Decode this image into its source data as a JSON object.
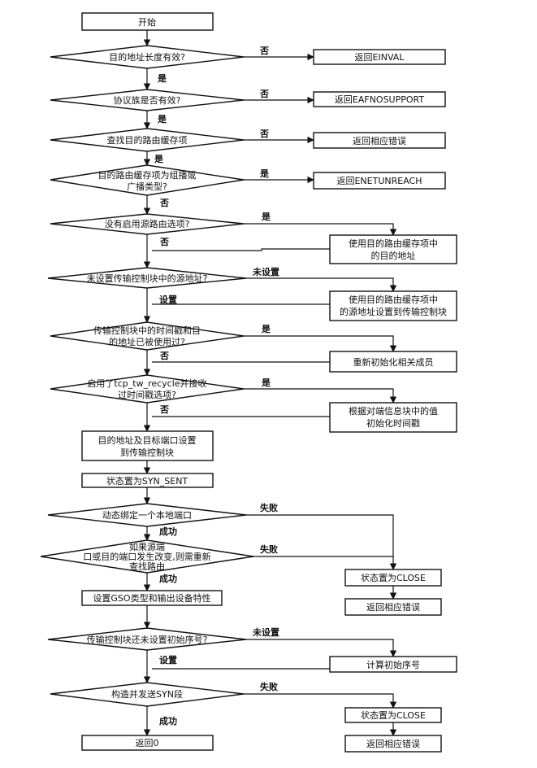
{
  "flow": {
    "start": "开始",
    "d1": "目的地址长度有效?",
    "r1": "返回EINVAL",
    "d2": "协议族是否有效?",
    "r2": "返回EAFNOSUPPORT",
    "d3": "查找目的路由缓存项",
    "r3": "返回相应错误",
    "d4": [
      "目的路由缓存项为组播或",
      "广播类型?"
    ],
    "r4": "返回ENETUNREACH",
    "d5": "没有启用源路由选项?",
    "b5": [
      "使用目的路由缓存项中",
      "的目的地址"
    ],
    "d6": "未设置传输控制块中的源地址?",
    "b6": [
      "使用目的路由缓存项中",
      "的源地址设置到传输控制块"
    ],
    "d7": [
      "传输控制块中的时间戳和目",
      "的地址已被使用过?"
    ],
    "b7": "重新初始化相关成员",
    "d8": [
      "启用了tcp_tw_recycle并接收",
      "过时间戳选项?"
    ],
    "b8": [
      "根据对端信息块中的值",
      "初始化时间戳"
    ],
    "p9": [
      "目的地址及目标端口设置",
      "到传输控制块"
    ],
    "p10": "状态置为SYN_SENT",
    "d11": "动态绑定一个本地端口",
    "d12": [
      "如果源端",
      "口或目的端口发生改变,则需重新",
      "查找路由"
    ],
    "b12": "状态置为CLOSE",
    "r12": "返回相应错误",
    "p13": "设置GSO类型和输出设备特性",
    "d14": "传输控制块还未设置初始序号?",
    "b14": "计算初始序号",
    "d15": "构造并发送SYN段",
    "b15": "状态置为CLOSE",
    "r15": "返回相应错误",
    "end": "返回0"
  },
  "edges": {
    "no": "否",
    "yes": "是",
    "unset": "未设置",
    "set": "设置",
    "fail": "失败",
    "success": "成功"
  }
}
